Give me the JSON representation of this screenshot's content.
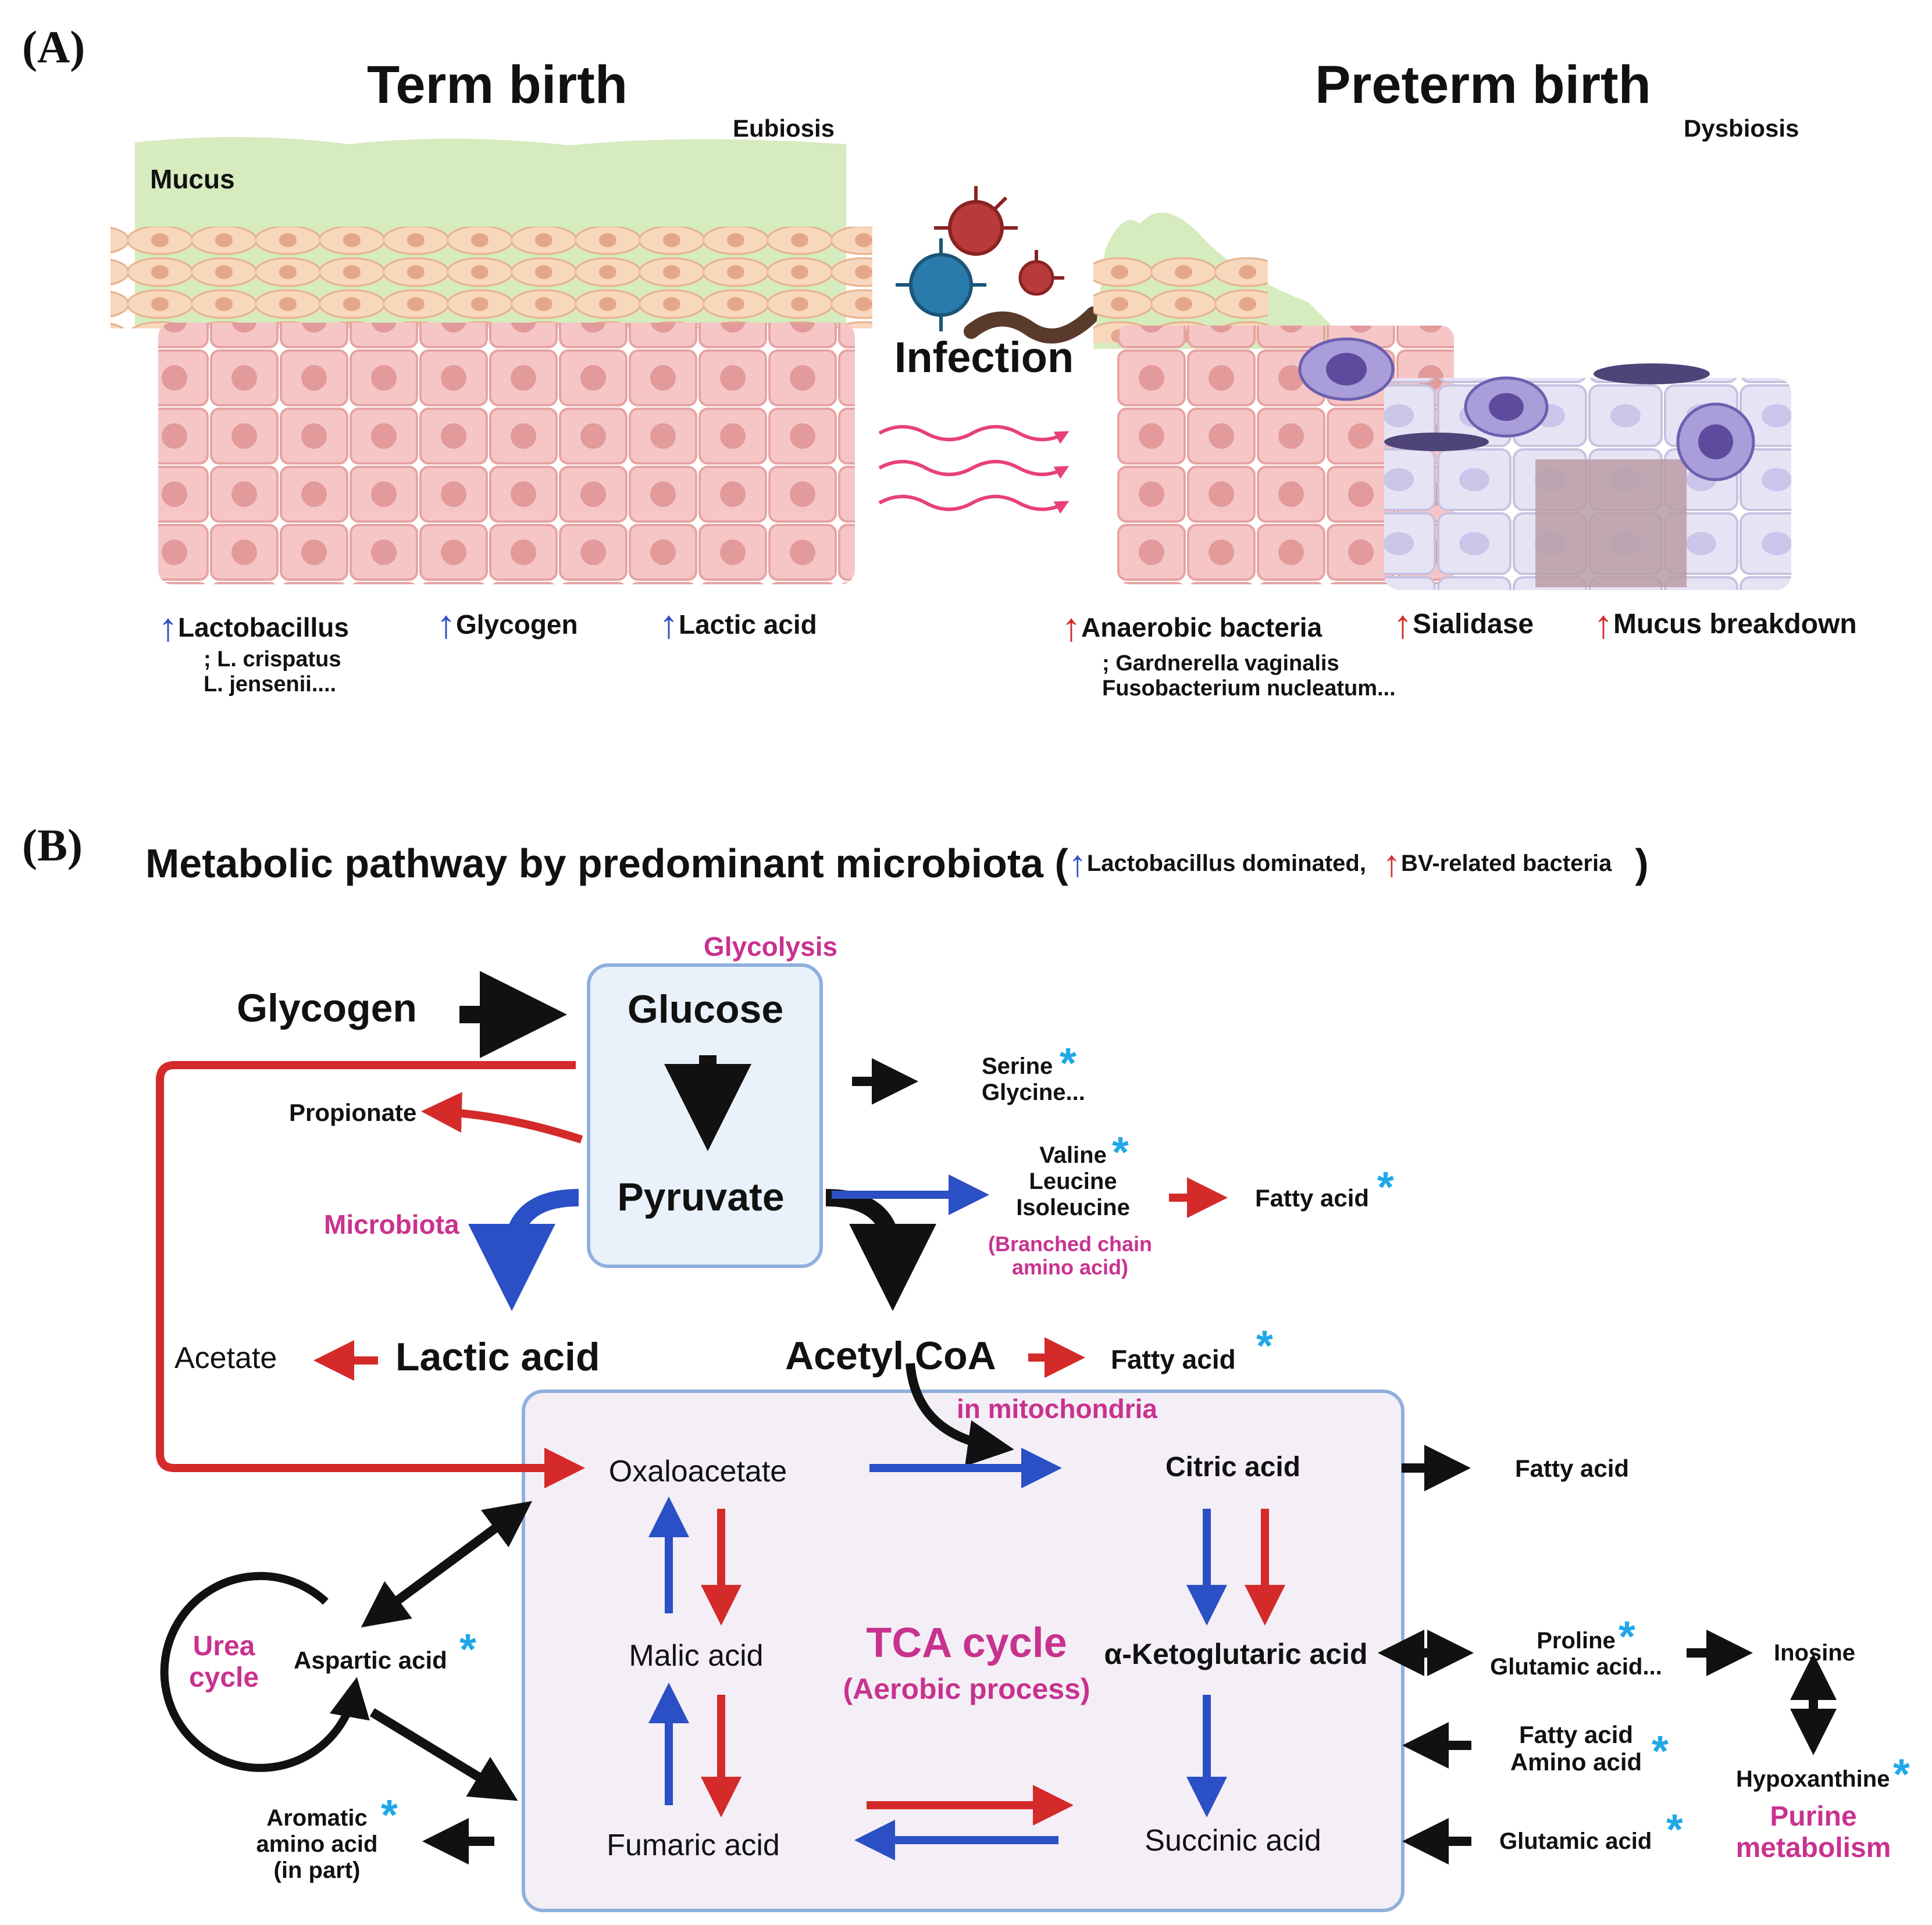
{
  "panel_a": {
    "label": "(A)",
    "term_title": "Term birth",
    "preterm_title": "Preterm birth",
    "eubiosis": "Eubiosis",
    "dysbiosis": "Dysbiosis",
    "mucus": "Mucus",
    "infection": "Infection",
    "term_markers": [
      {
        "label": "Lactobacillus",
        "direction": "up",
        "color": "#2b4fc4"
      },
      {
        "label": "Glycogen",
        "direction": "up",
        "color": "#2b4fc4"
      },
      {
        "label": "Lactic acid",
        "direction": "up",
        "color": "#2b4fc4"
      }
    ],
    "term_examples": "; L. crispatus\nL. jensenii....",
    "preterm_markers": [
      {
        "label": "Anaerobic bacteria",
        "direction": "up",
        "color": "#d42a2a"
      },
      {
        "label": "Sialidase",
        "direction": "up",
        "color": "#d42a2a"
      },
      {
        "label": "Mucus breakdown",
        "direction": "up",
        "color": "#d42a2a"
      }
    ],
    "preterm_examples": "; Gardnerella vaginalis\nFusobacterium nucleatum..."
  },
  "panel_b": {
    "label": "(B)",
    "title": "Metabolic pathway by predominant microbiota (",
    "title_close": ")",
    "legend": [
      {
        "label": "Lactobacillus dominated,",
        "color": "#2b4fc4"
      },
      {
        "label": "BV-related bacteria",
        "color": "#d42a2a"
      }
    ],
    "glycolysis": "Glycolysis",
    "glycogen": "Glycogen",
    "glucose": "Glucose",
    "pyruvate": "Pyruvate",
    "serine": "Serine\nGlycine...",
    "propionate": "Propionate",
    "bcaa": "Valine\nLeucine\nIsoleucine",
    "bcaa_note": "(Branched chain\namino acid)",
    "fatty_acid": "Fatty acid",
    "microbiota": "Microbiota",
    "acetate": "Acetate",
    "lactic_acid": "Lactic acid",
    "acetyl_coa": "Acetyl CoA",
    "in_mitochondria": "in mitochondria",
    "oxaloacetate": "Oxaloacetate",
    "citric_acid": "Citric acid",
    "malic_acid": "Malic acid",
    "tca_cycle": "TCA cycle",
    "aerobic": "(Aerobic process)",
    "akg": "α-Ketoglutaric acid",
    "fumaric_acid": "Fumaric acid",
    "succinic_acid": "Succinic acid",
    "urea_cycle": "Urea\ncycle",
    "aspartic_acid": "Aspartic acid",
    "aromatic": "Aromatic\namino acid\n(in part)",
    "proline": "Proline\nGlutamic acid...",
    "inosine": "Inosine",
    "fa_aa": "Fatty acid\nAmino acid",
    "hypoxanthine": "Hypoxanthine",
    "glutamic_acid": "Glutamic acid",
    "purine": "Purine\nmetabolism",
    "asterisk": "*"
  },
  "colors": {
    "blue": "#2b4fc4",
    "red": "#d42a2a",
    "magenta": "#c8328f",
    "asterisk": "#1fa7e8",
    "mucus": "#d6ebbe",
    "tissue": "#f4c4c4",
    "glucose_box": "#e9f1fb",
    "mito_box": "#f4eff6"
  }
}
